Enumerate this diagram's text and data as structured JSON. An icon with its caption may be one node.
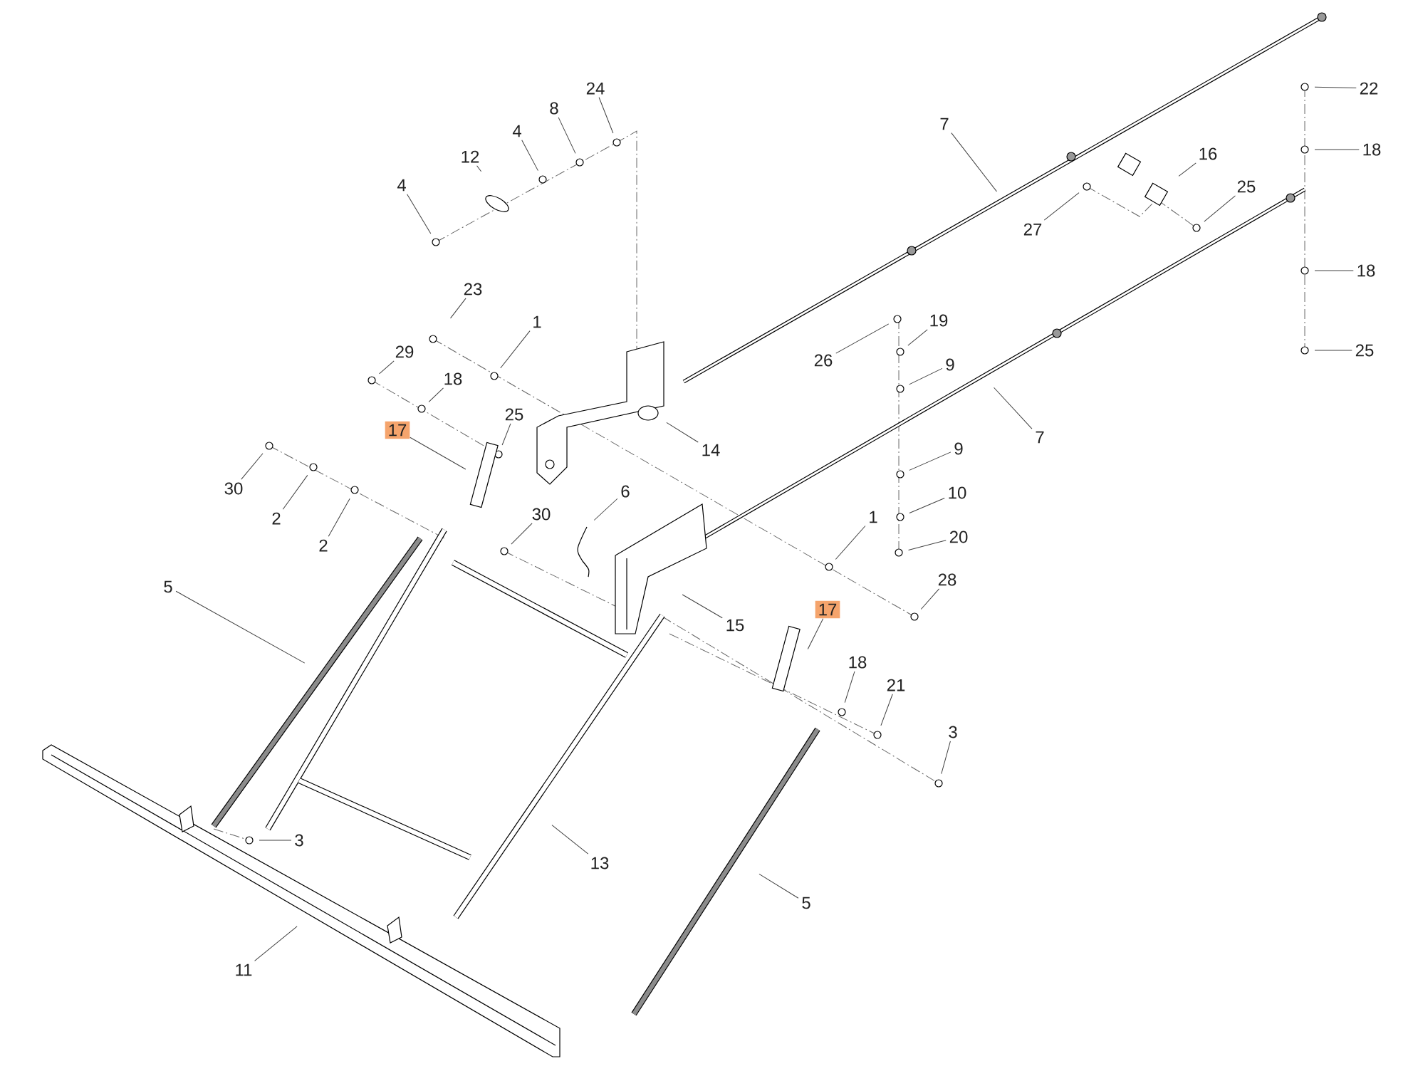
{
  "diagram": {
    "nodes": [
      {
        "text": [
          "24"
        ]
      },
      {
        "text": [
          "22"
        ]
      },
      {
        "text": [
          "8"
        ]
      },
      {
        "text": [
          "7"
        ]
      },
      {
        "text": [
          "4"
        ]
      },
      {
        "text": [
          "18"
        ]
      },
      {
        "text": [
          "16"
        ]
      },
      {
        "text": [
          "12"
        ]
      },
      {
        "text": [
          "4"
        ]
      },
      {
        "text": [
          "25"
        ]
      },
      {
        "text": [
          "27"
        ]
      },
      {
        "text": [
          "18"
        ]
      },
      {
        "text": [
          "23"
        ]
      },
      {
        "text": [
          "19"
        ]
      },
      {
        "text": [
          "1"
        ]
      },
      {
        "text": [
          "25"
        ]
      },
      {
        "text": [
          "29"
        ]
      },
      {
        "text": [
          "26"
        ]
      },
      {
        "text": [
          "9"
        ]
      },
      {
        "text": [
          "18"
        ]
      },
      {
        "text": [
          "25"
        ]
      },
      {
        "text": [
          "17"
        ]
      },
      {
        "text": [
          "7"
        ]
      },
      {
        "text": [
          "9"
        ]
      },
      {
        "text": [
          "14"
        ]
      },
      {
        "text": [
          "30"
        ]
      },
      {
        "text": [
          "6"
        ]
      },
      {
        "text": [
          "10"
        ]
      },
      {
        "text": [
          "30"
        ]
      },
      {
        "text": [
          "1"
        ]
      },
      {
        "text": [
          "2"
        ]
      },
      {
        "text": [
          "20"
        ]
      },
      {
        "text": [
          "2"
        ]
      },
      {
        "text": [
          "28"
        ]
      },
      {
        "text": [
          "5"
        ]
      },
      {
        "text": [
          "17"
        ]
      },
      {
        "text": [
          "15"
        ]
      },
      {
        "text": [
          "18"
        ]
      },
      {
        "text": [
          "21"
        ]
      },
      {
        "text": [
          "3"
        ]
      },
      {
        "text": [
          "3"
        ]
      },
      {
        "text": [
          "13"
        ]
      },
      {
        "text": [
          "5"
        ]
      },
      {
        "text": [
          "11"
        ]
      }
    ],
    "edges": [
      {
        "from": 0,
        "to": null,
        "arrow": "none"
      },
      {
        "from": 1,
        "to": null,
        "arrow": "none"
      },
      {
        "from": 2,
        "to": null,
        "arrow": "none"
      },
      {
        "from": 3,
        "to": null,
        "arrow": "none"
      },
      {
        "from": 4,
        "to": null,
        "arrow": "none"
      },
      {
        "from": 5,
        "to": null,
        "arrow": "none"
      },
      {
        "from": 6,
        "to": null,
        "arrow": "none"
      },
      {
        "from": 7,
        "to": null,
        "arrow": "none"
      },
      {
        "from": 8,
        "to": null,
        "arrow": "none"
      },
      {
        "from": 9,
        "to": null,
        "arrow": "none"
      },
      {
        "from": 10,
        "to": null,
        "arrow": "none"
      },
      {
        "from": 11,
        "to": null,
        "arrow": "none"
      },
      {
        "from": 12,
        "to": null,
        "arrow": "none"
      },
      {
        "from": 13,
        "to": null,
        "arrow": "none"
      },
      {
        "from": 14,
        "to": null,
        "arrow": "none"
      },
      {
        "from": 15,
        "to": null,
        "arrow": "none"
      },
      {
        "from": 16,
        "to": null,
        "arrow": "none"
      },
      {
        "from": 17,
        "to": null,
        "arrow": "none"
      },
      {
        "from": 18,
        "to": null,
        "arrow": "none"
      },
      {
        "from": 19,
        "to": null,
        "arrow": "none"
      },
      {
        "from": 20,
        "to": null,
        "arrow": "none"
      },
      {
        "from": 21,
        "to": null,
        "arrow": "none"
      },
      {
        "from": 22,
        "to": null,
        "arrow": "none"
      },
      {
        "from": 23,
        "to": null,
        "arrow": "none"
      },
      {
        "from": 24,
        "to": null,
        "arrow": "none"
      },
      {
        "from": 25,
        "to": null,
        "arrow": "none"
      },
      {
        "from": 26,
        "to": null,
        "arrow": "none"
      },
      {
        "from": 27,
        "to": null,
        "arrow": "none"
      },
      {
        "from": 28,
        "to": null,
        "arrow": "none"
      },
      {
        "from": 29,
        "to": null,
        "arrow": "none"
      },
      {
        "from": 30,
        "to": null,
        "arrow": "none"
      },
      {
        "from": 31,
        "to": null,
        "arrow": "none"
      },
      {
        "from": 32,
        "to": null,
        "arrow": "none"
      },
      {
        "from": 33,
        "to": null,
        "arrow": "none"
      },
      {
        "from": 34,
        "to": null,
        "arrow": "none"
      },
      {
        "from": 35,
        "to": null,
        "arrow": "none"
      },
      {
        "from": 36,
        "to": null,
        "arrow": "none"
      },
      {
        "from": 37,
        "to": null,
        "arrow": "none"
      },
      {
        "from": 38,
        "to": null,
        "arrow": "none"
      },
      {
        "from": 39,
        "to": null,
        "arrow": "none"
      },
      {
        "from": 40,
        "to": null,
        "arrow": "none"
      },
      {
        "from": 41,
        "to": null,
        "arrow": "none"
      },
      {
        "from": 42,
        "to": null,
        "arrow": "none"
      },
      {
        "from": 43,
        "to": null,
        "arrow": "none"
      }
    ]
  }
}
